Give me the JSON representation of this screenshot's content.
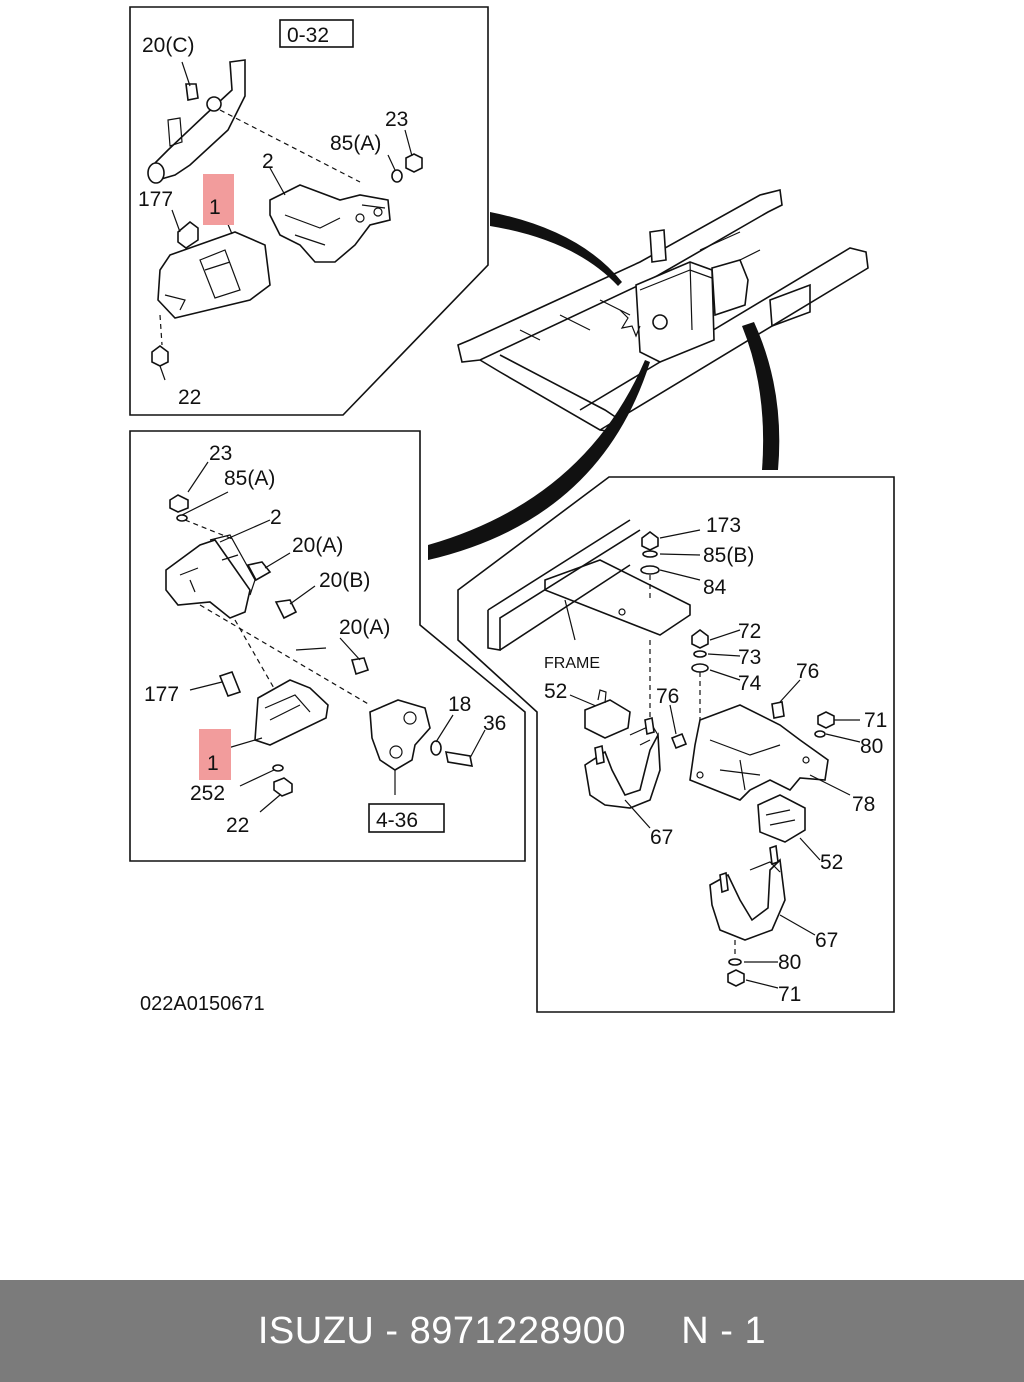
{
  "diagram": {
    "panel_top_left": {
      "ref_box": "0-32",
      "callouts": {
        "c20C": "20(C)",
        "c85A": "85(A)",
        "c23": "23",
        "c2": "2",
        "c177": "177",
        "c1": "1",
        "c22": "22"
      }
    },
    "panel_mid_left": {
      "ref_box": "4-36",
      "callouts": {
        "c23": "23",
        "c85A": "85(A)",
        "c2": "2",
        "c20A_1": "20(A)",
        "c20B": "20(B)",
        "c20A_2": "20(A)",
        "c177": "177",
        "c18": "18",
        "c36": "36",
        "c1": "1",
        "c252": "252",
        "c22": "22"
      }
    },
    "panel_right": {
      "frame_label": "FRAME",
      "callouts": {
        "c173": "173",
        "c85B": "85(B)",
        "c84": "84",
        "c72": "72",
        "c73": "73",
        "c74": "74",
        "c52a": "52",
        "c76a": "76",
        "c76b": "76",
        "c71a": "71",
        "c80a": "80",
        "c78": "78",
        "c67a": "67",
        "c52b": "52",
        "c67b": "67",
        "c80b": "80",
        "c71b": "71"
      }
    },
    "drawing_code": "022A0150671",
    "highlight_color": "#f29c9c"
  },
  "footer": {
    "text": "ISUZU - 8971228900     N - 1"
  }
}
